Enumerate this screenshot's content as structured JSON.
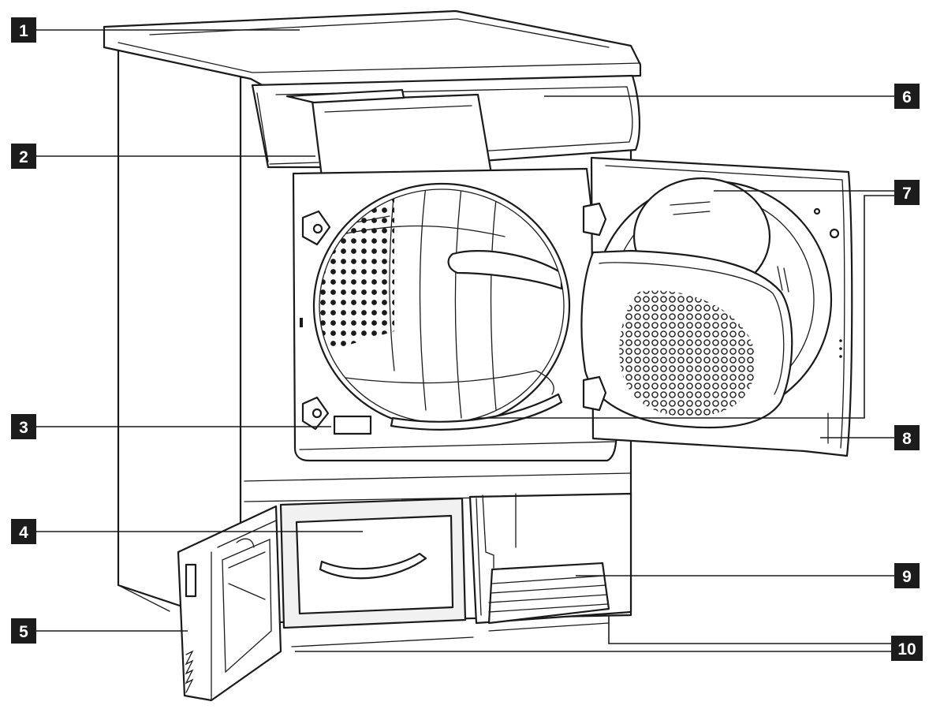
{
  "callouts": [
    {
      "id": "1",
      "label": "1"
    },
    {
      "id": "2",
      "label": "2"
    },
    {
      "id": "3",
      "label": "3"
    },
    {
      "id": "4",
      "label": "4"
    },
    {
      "id": "5",
      "label": "5"
    },
    {
      "id": "6",
      "label": "6"
    },
    {
      "id": "7",
      "label": "7"
    },
    {
      "id": "8",
      "label": "8"
    },
    {
      "id": "9",
      "label": "9"
    },
    {
      "id": "10",
      "label": "10"
    }
  ],
  "colors": {
    "ink": "#1a1a1a",
    "tag_fill": "#1c1c1c",
    "tag_text": "#ffffff",
    "background": "#ffffff"
  }
}
